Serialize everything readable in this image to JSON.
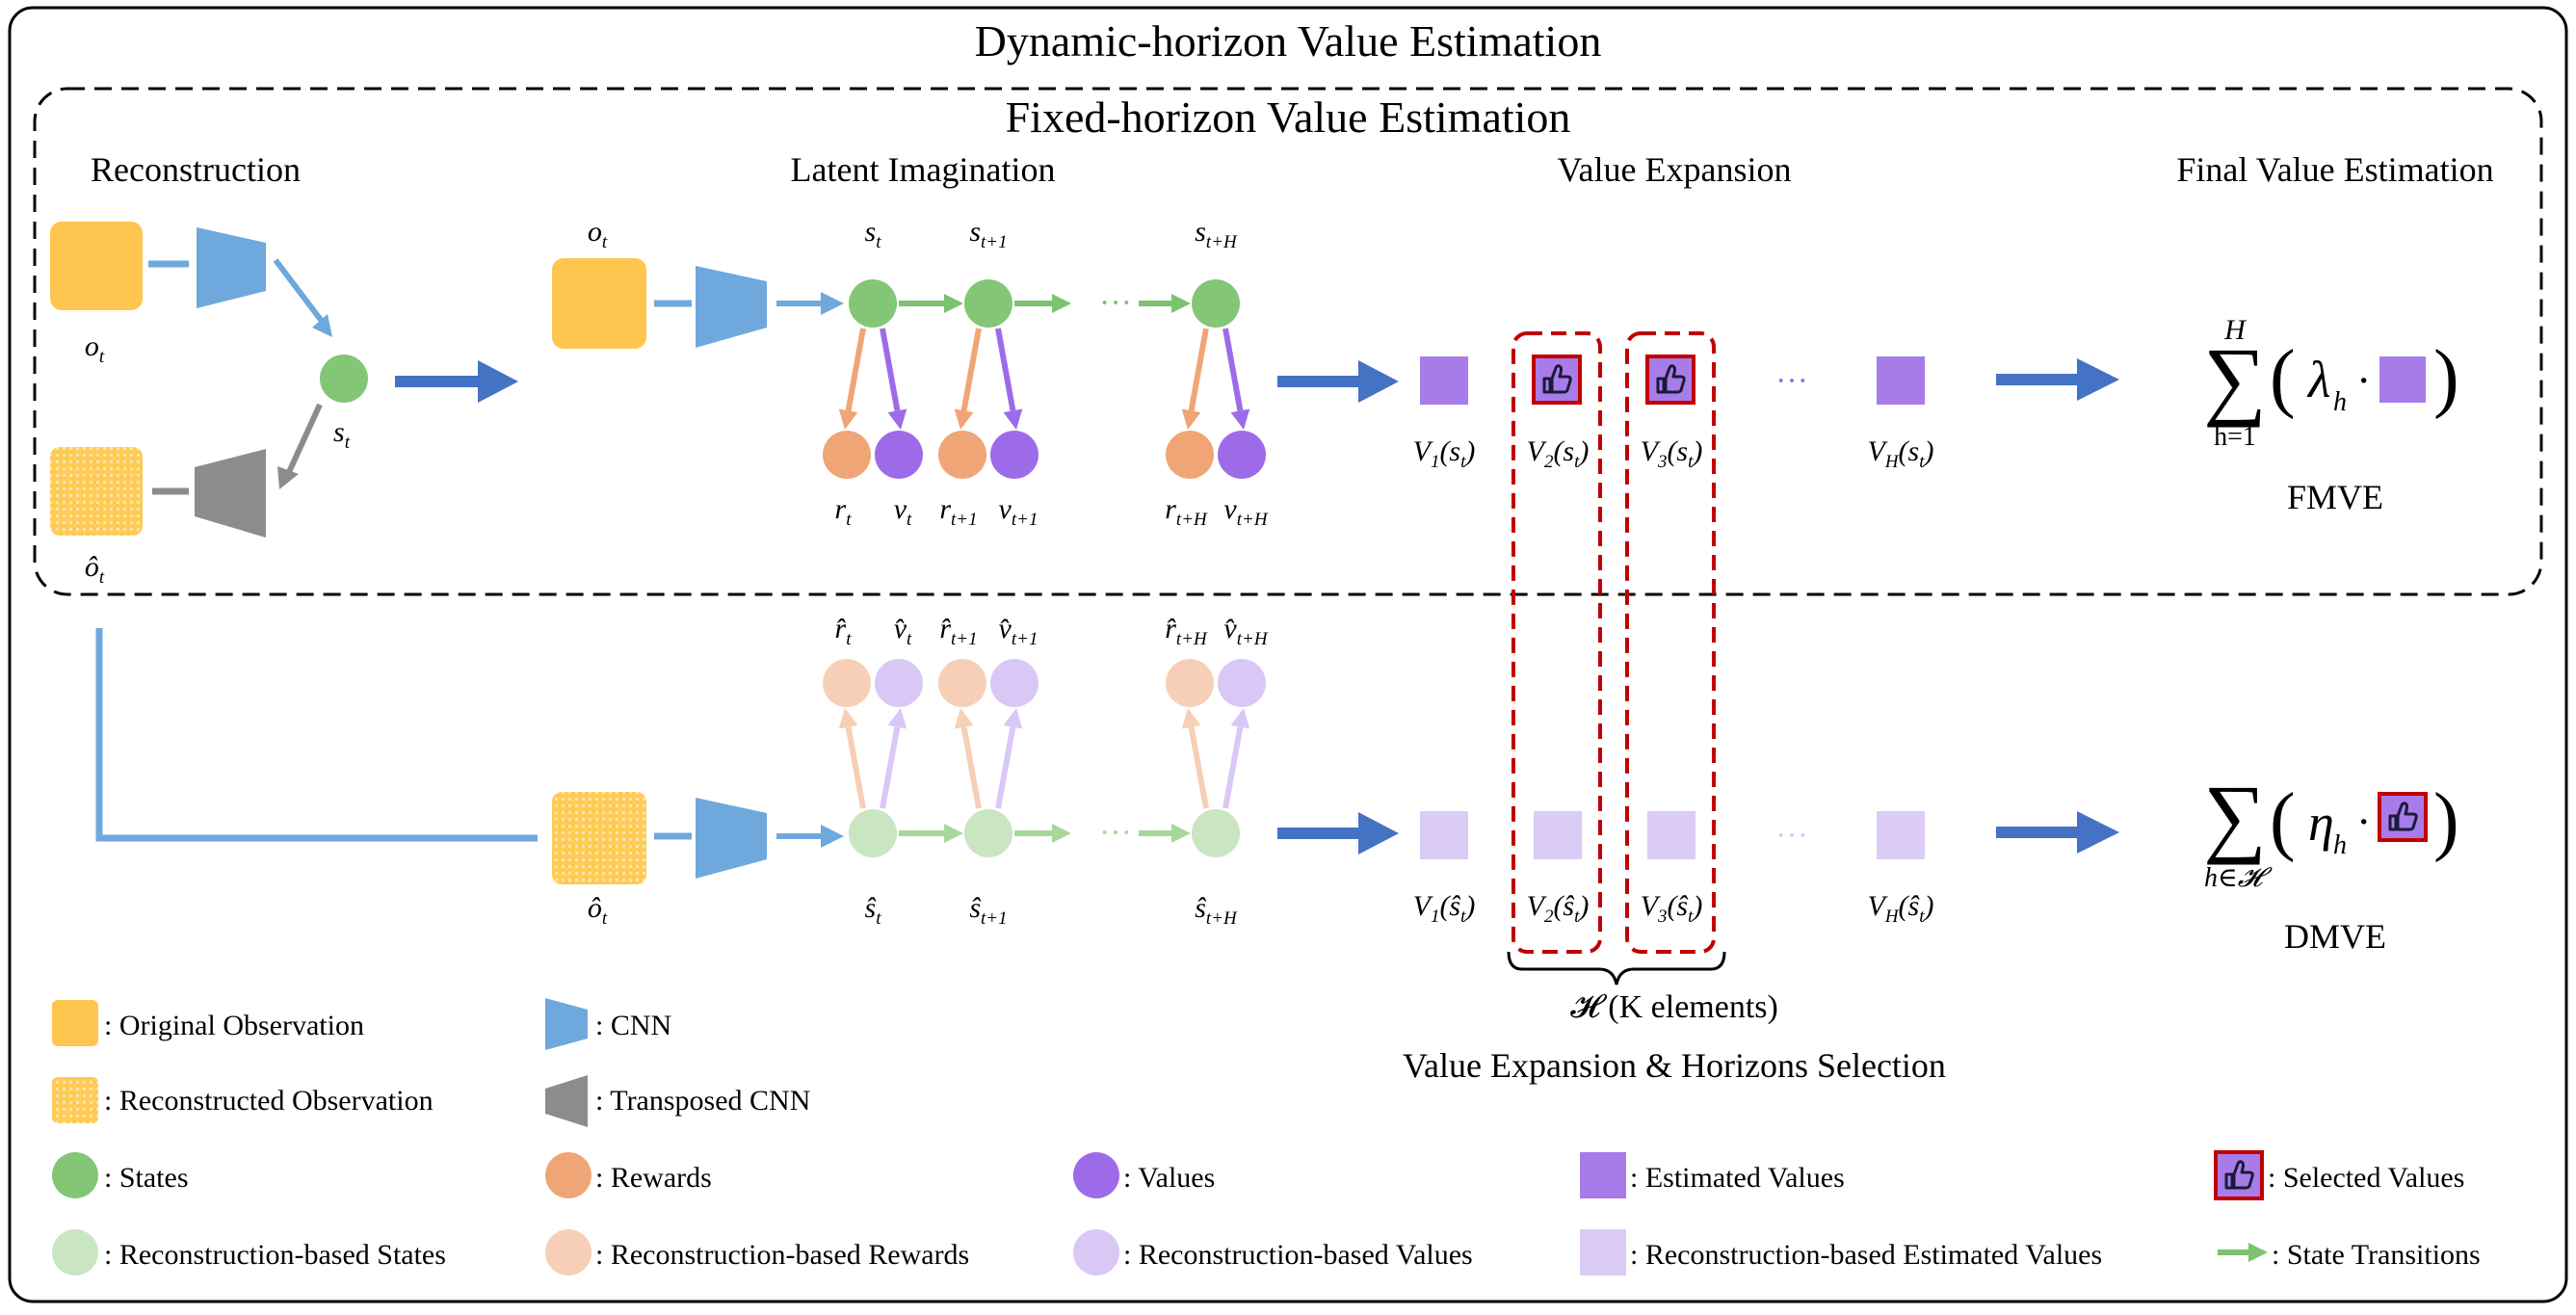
{
  "titles": {
    "dynamic": "Dynamic-horizon Value Estimation",
    "fixed": "Fixed-horizon Value Estimation"
  },
  "sections": {
    "reconstruction": "Reconstruction",
    "latent_imagination": "Latent Imagination",
    "value_expansion": "Value Expansion",
    "final_value_estimation": "Final Value Estimation"
  },
  "top": {
    "obs": {
      "base": "o",
      "sub": "t"
    },
    "recon_obs": {
      "base": "ô",
      "sub": "t"
    },
    "state": {
      "base": "s",
      "sub": "t"
    },
    "states": [
      {
        "base": "s",
        "sub": "t"
      },
      {
        "base": "s",
        "sub": "t+1"
      },
      {
        "base": "s",
        "sub": "t+H"
      }
    ],
    "rewards": [
      {
        "base": "r",
        "sub": "t"
      },
      {
        "base": "r",
        "sub": "t+1"
      },
      {
        "base": "r",
        "sub": "t+H"
      }
    ],
    "values": [
      {
        "base": "v",
        "sub": "t"
      },
      {
        "base": "v",
        "sub": "t+1"
      },
      {
        "base": "v",
        "sub": "t+H"
      }
    ],
    "estimates": [
      {
        "base": "V",
        "sub": "1",
        "arg": "(s",
        "argsub": "t",
        "close": ")"
      },
      {
        "base": "V",
        "sub": "2",
        "arg": "(s",
        "argsub": "t",
        "close": ")"
      },
      {
        "base": "V",
        "sub": "3",
        "arg": "(s",
        "argsub": "t",
        "close": ")"
      },
      {
        "base": "V",
        "sub": "H",
        "arg": "(s",
        "argsub": "t",
        "close": ")"
      }
    ],
    "formula": {
      "sum": "∑",
      "upper": "H",
      "lower": "h=1",
      "open": "(",
      "coef": "λ",
      "coef_sub": "h",
      "dot": "·",
      "close": ")"
    },
    "method": "FMVE"
  },
  "bottom": {
    "obs": {
      "base": "ô",
      "sub": "t"
    },
    "states": [
      {
        "base": "ŝ",
        "sub": "t"
      },
      {
        "base": "ŝ",
        "sub": "t+1"
      },
      {
        "base": "ŝ",
        "sub": "t+H"
      }
    ],
    "rewards": [
      {
        "base": "r̂",
        "sub": "t"
      },
      {
        "base": "r̂",
        "sub": "t+1"
      },
      {
        "base": "r̂",
        "sub": "t+H"
      }
    ],
    "values": [
      {
        "base": "v̂",
        "sub": "t"
      },
      {
        "base": "v̂",
        "sub": "t+1"
      },
      {
        "base": "v̂",
        "sub": "t+H"
      }
    ],
    "estimates": [
      {
        "base": "V",
        "sub": "1",
        "arg": "(ŝ",
        "argsub": "t",
        "close": ")"
      },
      {
        "base": "V",
        "sub": "2",
        "arg": "(ŝ",
        "argsub": "t",
        "close": ")"
      },
      {
        "base": "V",
        "sub": "3",
        "arg": "(ŝ",
        "argsub": "t",
        "close": ")"
      },
      {
        "base": "V",
        "sub": "H",
        "arg": "(ŝ",
        "argsub": "t",
        "close": ")"
      }
    ],
    "formula": {
      "sum": "∑",
      "lower": "h∈𝓗",
      "open": "(",
      "coef": "η",
      "coef_sub": "h",
      "dot": "·",
      "close": ")"
    },
    "method": "DMVE"
  },
  "selection": {
    "set_label": "𝓗 (K elements)",
    "caption": "Value Expansion & Horizons Selection"
  },
  "legend": [
    "Original Observation",
    "Reconstructed Observation",
    "CNN",
    "Transposed CNN",
    "States",
    "Rewards",
    "Values",
    "Estimated Values",
    "Selected Values",
    "Reconstruction-based States",
    "Reconstruction-based Rewards",
    "Reconstruction-based Values",
    "Reconstruction-based Estimated Values",
    "State Transitions"
  ],
  "legend_sep": ": ",
  "dots": "···",
  "colors": {
    "observation": "#FFC64F",
    "cnn": "#6FA8DC",
    "tcnn": "#8C8C8C",
    "state": "#82C676",
    "reward": "#F0A577",
    "value": "#9E6BE8",
    "estimate": "#A87CE8",
    "state_light": "#C9E5C2",
    "reward_light": "#F7CFB6",
    "value_light": "#D9C8F6",
    "estimate_light": "#DBCCF5",
    "transition": "#7CC26F",
    "big_arrow": "#4472C4",
    "selection": "#C00000"
  },
  "icons": {
    "selected": "thumbs-up-icon"
  }
}
